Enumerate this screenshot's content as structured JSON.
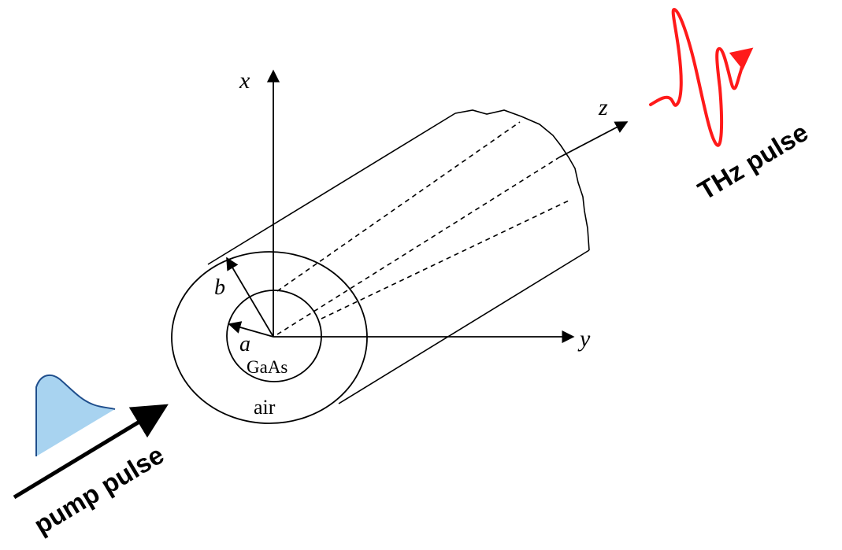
{
  "labels": {
    "x_axis": "x",
    "y_axis": "y",
    "z_axis": "z",
    "radius_outer": "b",
    "radius_inner": "a",
    "core_material": "GaAs",
    "cladding_material": "air",
    "pump": "pump pulse",
    "thz": "THz pulse"
  },
  "colors": {
    "line": "#000000",
    "thz_pulse": "#ff1a1a",
    "pump_fill": "#a8d3f0",
    "pump_outline": "#1f4e8c"
  }
}
